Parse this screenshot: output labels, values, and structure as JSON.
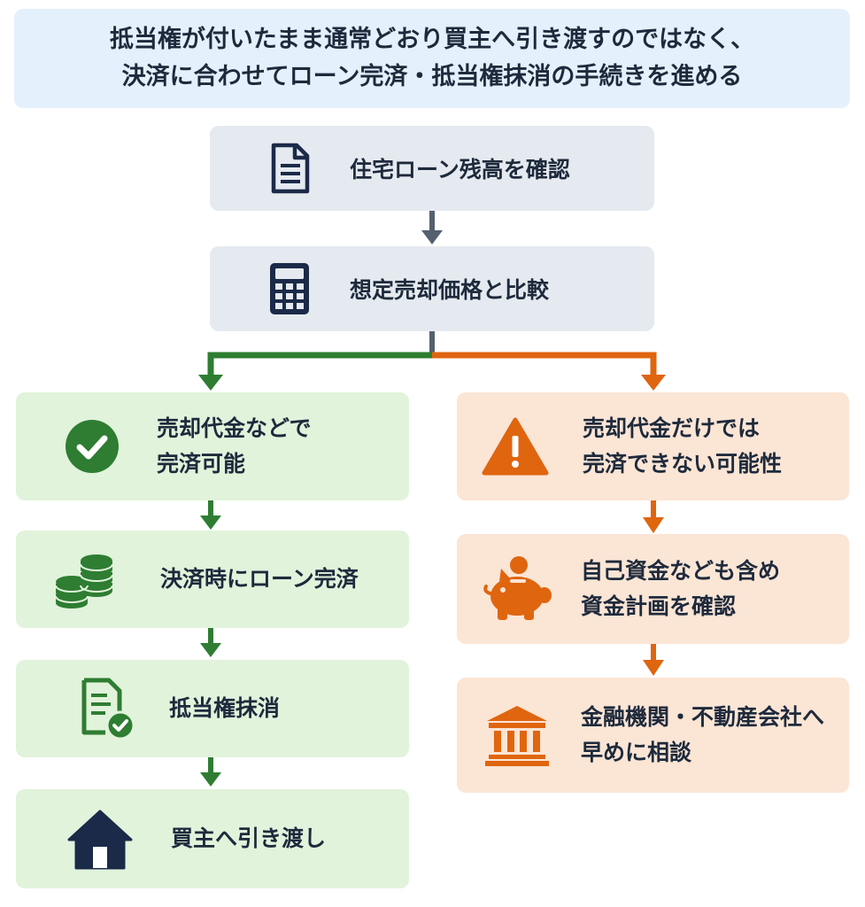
{
  "header": {
    "line1": "抵当権が付いたまま通常どおり買主へ引き渡すのではなく、",
    "line2": "決済に合わせてローン完済・抵当権抹消の手続きを進める"
  },
  "steps": [
    {
      "label": "住宅ローン残高を確認",
      "icon": "document-icon"
    },
    {
      "label": "想定売却価格と比較",
      "icon": "calculator-icon"
    }
  ],
  "left_branch": {
    "color": "#2e7d32",
    "cards": [
      {
        "line1": "売却代金などで",
        "line2": "完済可能",
        "icon": "check-circle-icon"
      },
      {
        "line1": "決済時にローン完済",
        "icon": "coins-icon"
      },
      {
        "line1": "抵当権抹消",
        "icon": "document-check-icon"
      },
      {
        "line1": "買主へ引き渡し",
        "icon": "house-icon"
      }
    ]
  },
  "right_branch": {
    "color": "#e0650f",
    "cards": [
      {
        "line1": "売却代金だけでは",
        "line2": "完済できない可能性",
        "icon": "warning-icon"
      },
      {
        "line1": "自己資金なども含め",
        "line2": "資金計画を確認",
        "icon": "piggy-bank-icon"
      },
      {
        "line1": "金融機関・不動産会社へ",
        "line2": "早めに相談",
        "icon": "bank-icon"
      }
    ]
  }
}
